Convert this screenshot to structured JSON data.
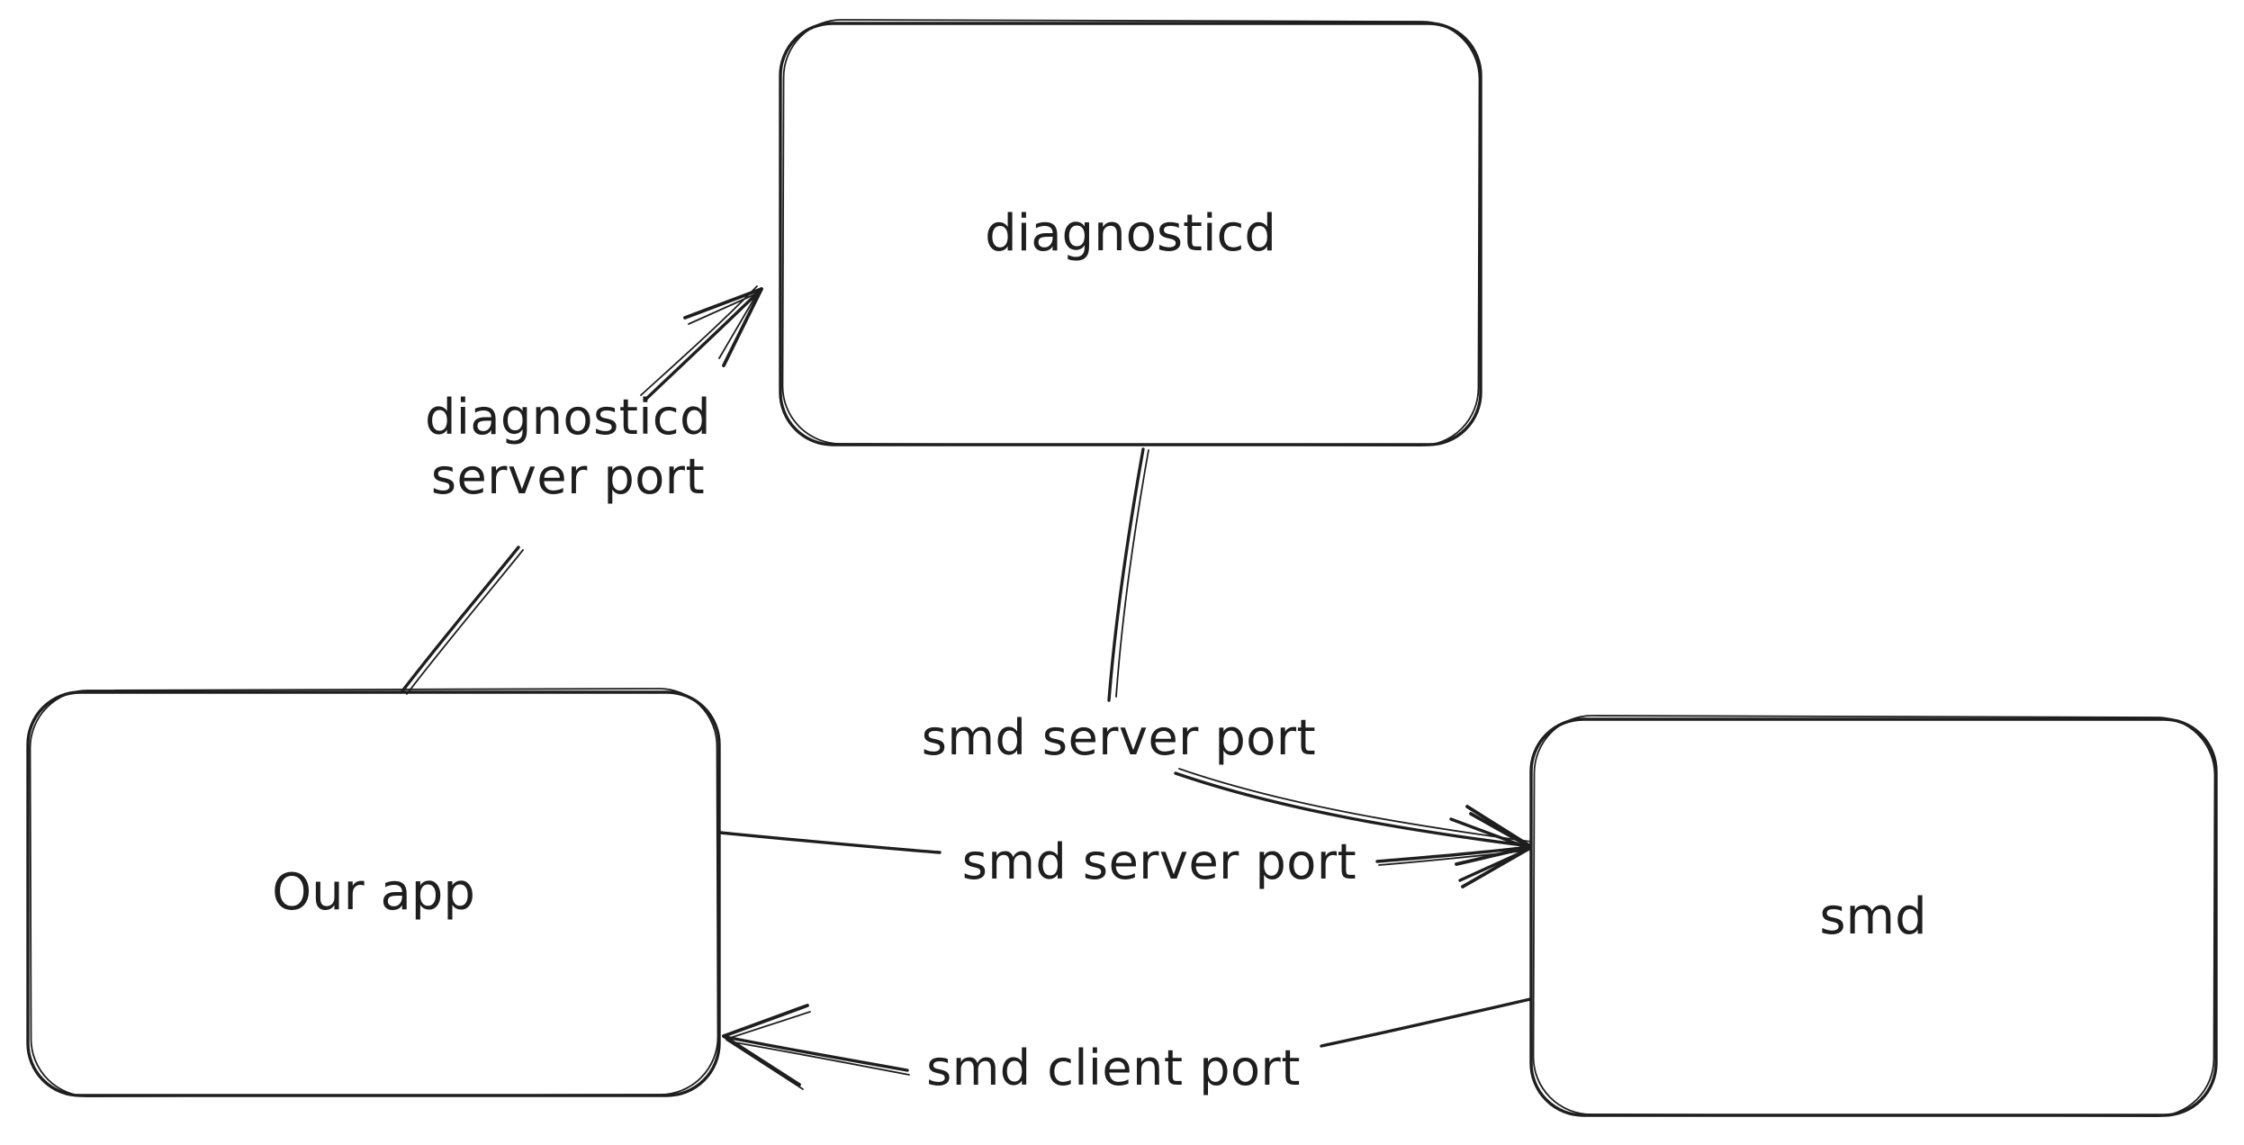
{
  "canvas": {
    "background": "#ffffff",
    "ink_color": "#1e1e1e"
  },
  "diagram": {
    "type": "hand-drawn-architecture-sketch",
    "nodes": [
      {
        "id": "diagnosticd",
        "label": "diagnosticd"
      },
      {
        "id": "our-app",
        "label": "Our app"
      },
      {
        "id": "smd",
        "label": "smd"
      }
    ],
    "edges": [
      {
        "from": "our-app",
        "to": "diagnosticd",
        "label": "diagnosticd server port",
        "arrowhead": "at-diagnosticd"
      },
      {
        "from": "diagnosticd",
        "to": "smd",
        "label": "smd server port",
        "arrowhead": "at-smd"
      },
      {
        "from": "our-app",
        "to": "smd",
        "label": "smd server port",
        "arrowhead": "at-smd"
      },
      {
        "from": "smd",
        "to": "our-app",
        "label": "smd client port",
        "arrowhead": "at-our-app"
      }
    ]
  }
}
